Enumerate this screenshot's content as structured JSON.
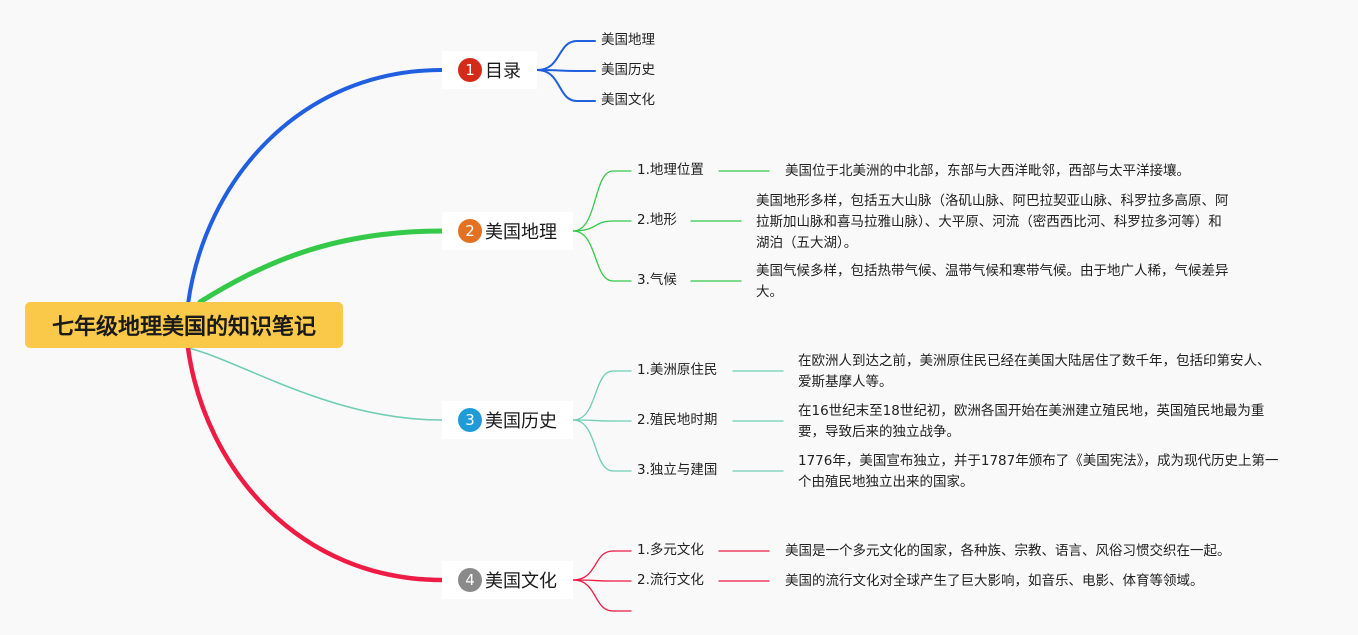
{
  "root": {
    "label": "七年级地理美国的知识笔记"
  },
  "branches": [
    {
      "number": "1",
      "label": "目录",
      "color": "#1f5fe0",
      "badge_color": "#d42a1a",
      "children": [
        {
          "label": "美国地理"
        },
        {
          "label": "美国历史"
        },
        {
          "label": "美国文化"
        }
      ]
    },
    {
      "number": "2",
      "label": "美国地理",
      "color": "#35c94a",
      "badge_color": "#e27121",
      "children": [
        {
          "label": "1.地理位置",
          "desc": [
            "美国位于北美洲的中北部，东部与大西洋毗邻，西部与太平洋接壤。"
          ]
        },
        {
          "label": "2.地形",
          "desc": [
            "美国地形多样，包括五大山脉（洛矶山脉、阿巴拉契亚山脉、科罗拉多高原、阿",
            "拉斯加山脉和喜马拉雅山脉）、大平原、河流（密西西比河、科罗拉多河等）和",
            "湖泊（五大湖）。"
          ]
        },
        {
          "label": "3.气候",
          "desc": [
            "美国气候多样，包括热带气候、温带气候和寒带气候。由于地广人稀，气候差异",
            "大。"
          ]
        }
      ]
    },
    {
      "number": "3",
      "label": "美国历史",
      "color": "#6fcdb3",
      "badge_color": "#1f9bd8",
      "children": [
        {
          "label": "1.美洲原住民",
          "desc": [
            "在欧洲人到达之前，美洲原住民已经在美国大陆居住了数千年，包括印第安人、",
            "爱斯基摩人等。"
          ]
        },
        {
          "label": "2.殖民地时期",
          "desc": [
            "在16世纪末至18世纪初，欧洲各国开始在美洲建立殖民地，英国殖民地最为重",
            "要，导致后来的独立战争。"
          ]
        },
        {
          "label": "3.独立与建国",
          "desc": [
            "1776年，美国宣布独立，并于1787年颁布了《美国宪法》，成为现代历史上第一",
            "个由殖民地独立出来的国家。"
          ]
        }
      ]
    },
    {
      "number": "4",
      "label": "美国文化",
      "color": "#ee1c44",
      "badge_color": "#8a8a8a",
      "children": [
        {
          "label": "1.多元文化",
          "desc": [
            "美国是一个多元文化的国家，各种族、宗教、语言、风俗习惯交织在一起。"
          ]
        },
        {
          "label": "2.流行文化",
          "desc": [
            "美国的流行文化对全球产生了巨大影响，如音乐、电影、体育等领域。"
          ]
        },
        {
          "label": ""
        }
      ]
    }
  ]
}
